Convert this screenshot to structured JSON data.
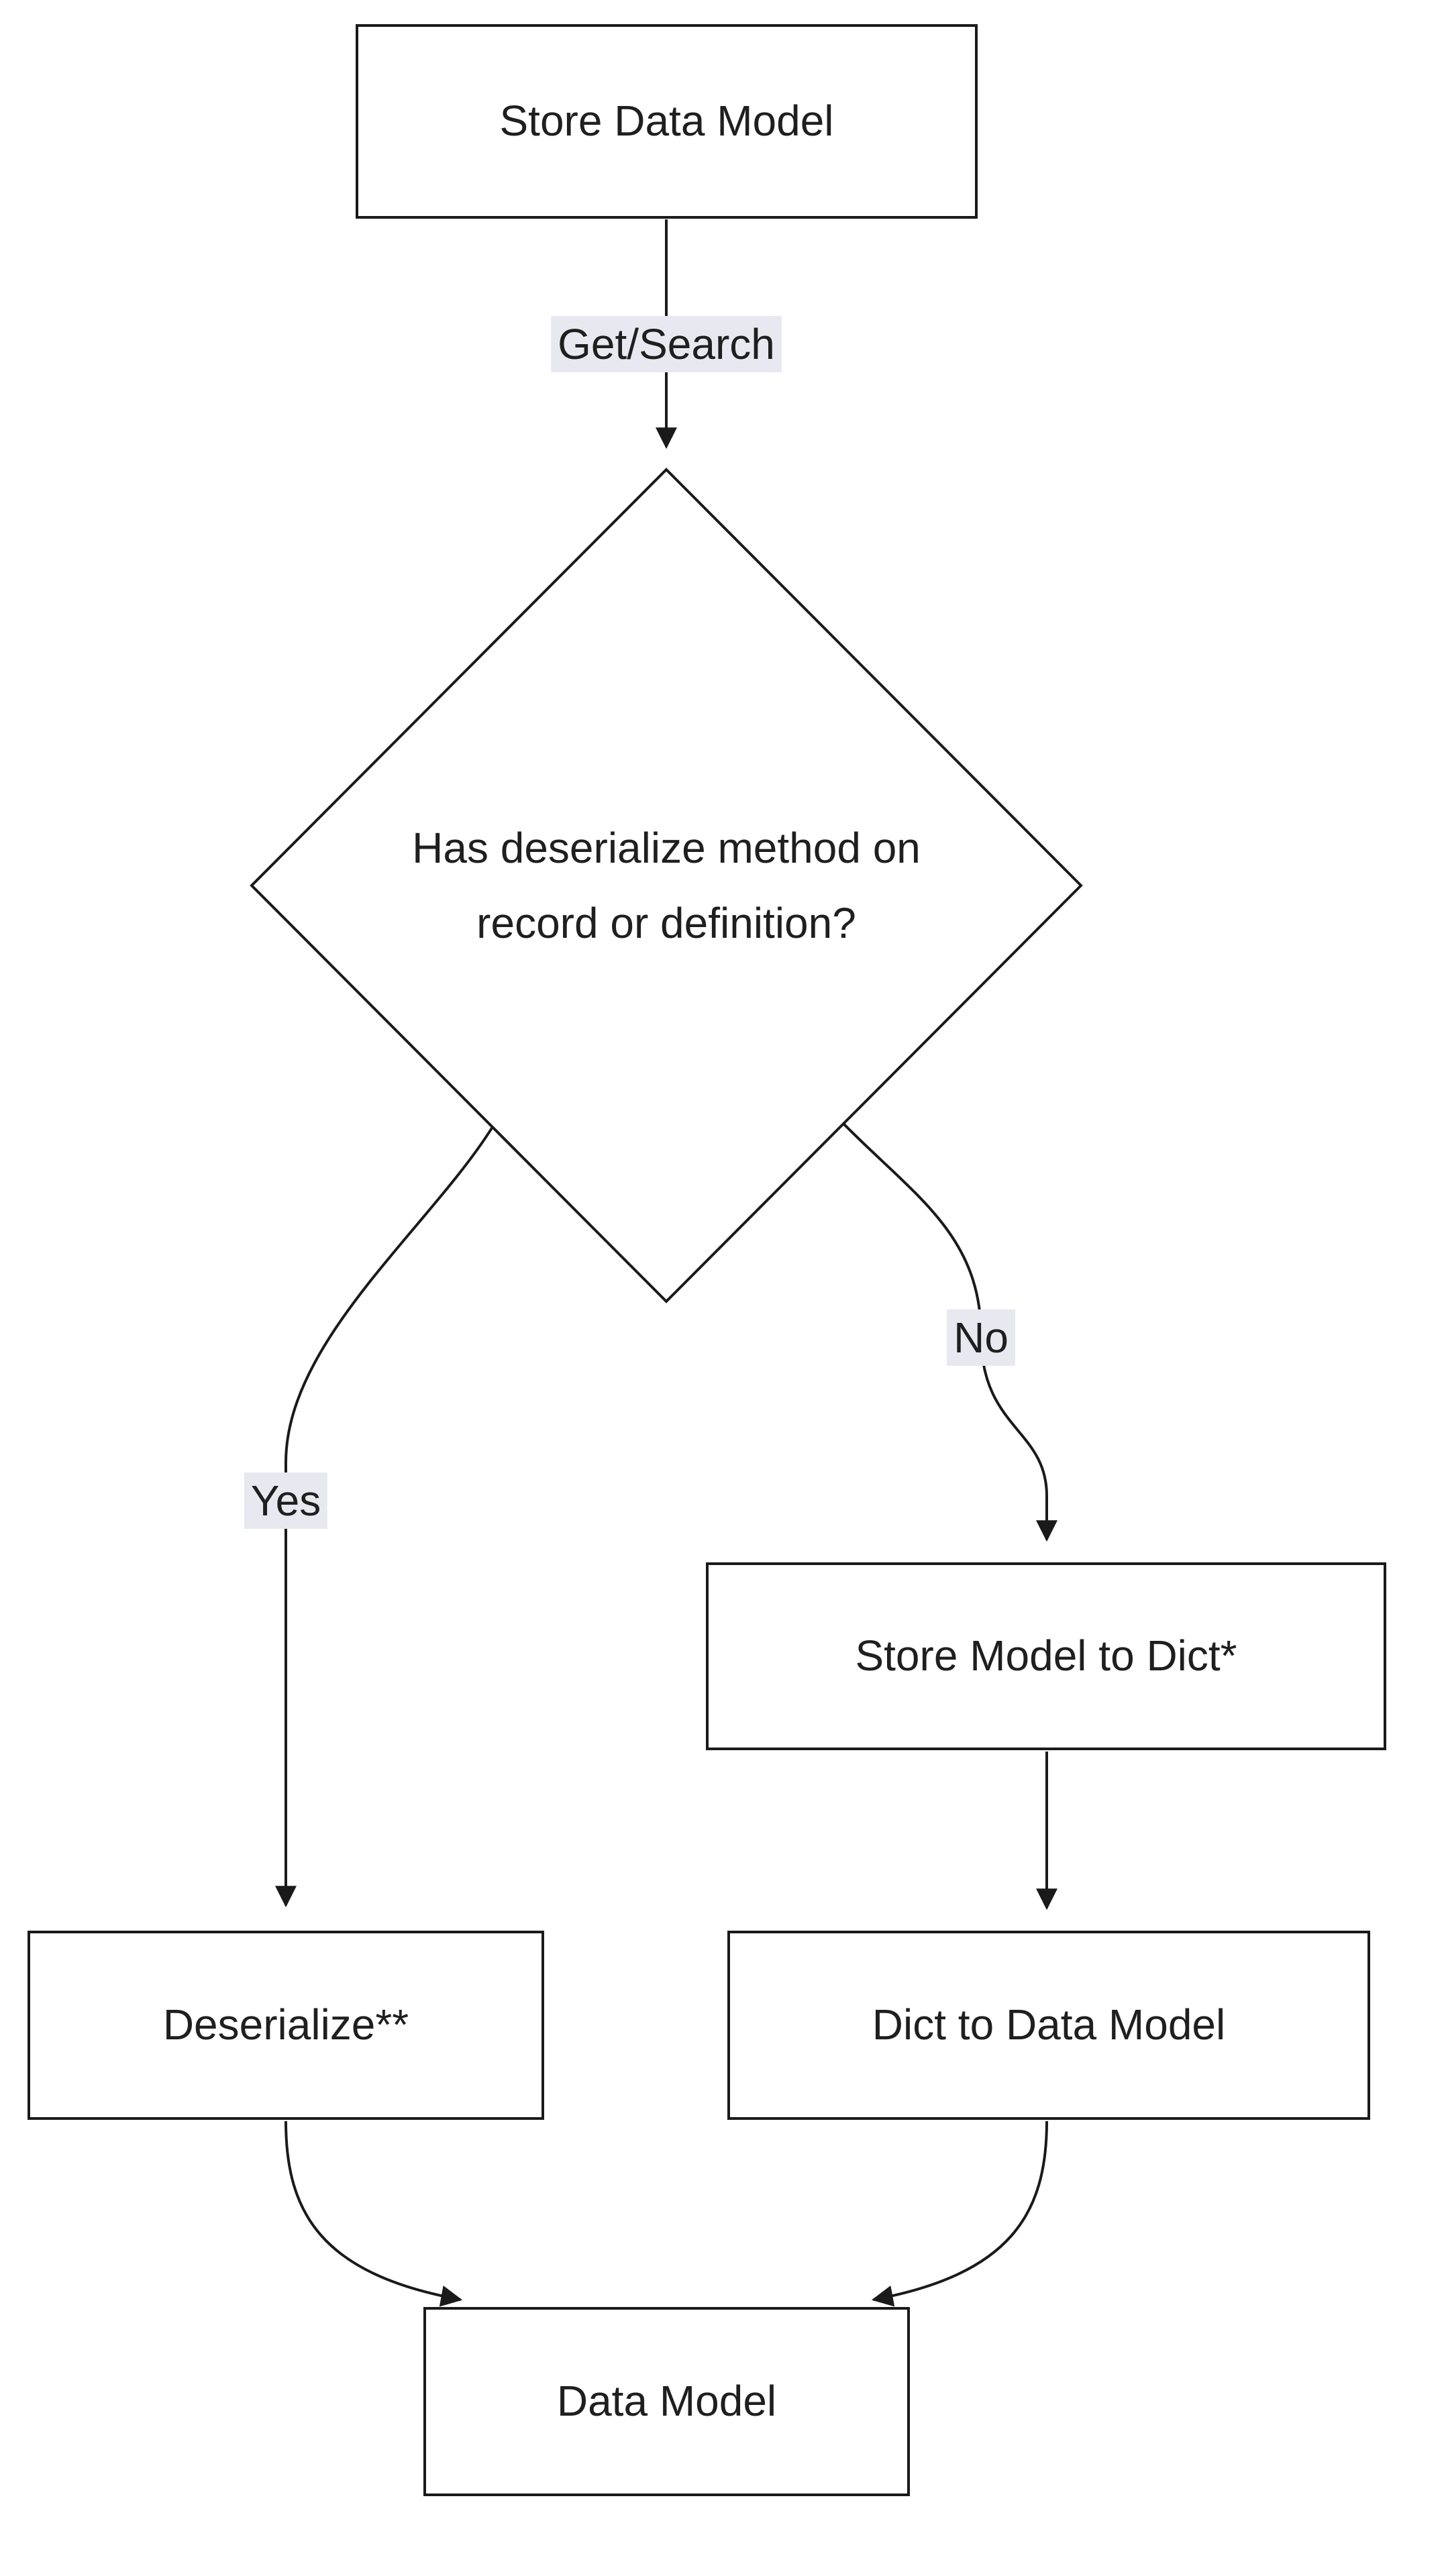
{
  "diagram": {
    "type": "flowchart",
    "nodes": {
      "store_data_model": {
        "label": "Store Data Model",
        "shape": "rect"
      },
      "decision": {
        "label": "Has deserialize method on record or definition?",
        "lines": [
          "Has deserialize method on",
          "record or definition?"
        ],
        "shape": "diamond"
      },
      "store_model_to_dict": {
        "label": "Store Model to Dict*",
        "shape": "rect"
      },
      "deserialize": {
        "label": "Deserialize**",
        "shape": "rect"
      },
      "dict_to_data_model": {
        "label": "Dict to Data Model",
        "shape": "rect"
      },
      "data_model": {
        "label": "Data Model",
        "shape": "rect"
      }
    },
    "edges": {
      "get_search": {
        "label": "Get/Search",
        "from": "store_data_model",
        "to": "decision"
      },
      "yes": {
        "label": "Yes",
        "from": "decision",
        "to": "deserialize"
      },
      "no": {
        "label": "No",
        "from": "decision",
        "to": "store_model_to_dict"
      },
      "store_model_to_dict_to_dict_to_data_model": {
        "label": "",
        "from": "store_model_to_dict",
        "to": "dict_to_data_model"
      },
      "deserialize_to_data_model": {
        "label": "",
        "from": "deserialize",
        "to": "data_model"
      },
      "dict_to_data_model_to_data_model": {
        "label": "",
        "from": "dict_to_data_model",
        "to": "data_model"
      }
    },
    "colors": {
      "node_border": "#1a1a1a",
      "node_fill": "#ffffff",
      "edge": "#1a1a1a",
      "edge_label_bg": "#e8e8f0",
      "text": "#1f1f1f"
    }
  }
}
